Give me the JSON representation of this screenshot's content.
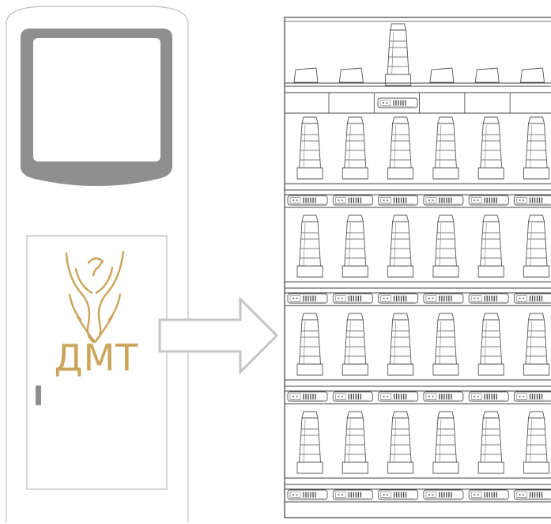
{
  "kiosk": {
    "brand_text": "ДМТ",
    "colors": {
      "outline": "#bdbdbd",
      "screen_frame": "#8f8f8f",
      "screen_inner": "#ffffff",
      "brand_gold": "#c9a45a",
      "handle": "#8f8f8f"
    },
    "icons": [
      "phoenix-logo-icon"
    ]
  },
  "arrow": {
    "icon": "right-arrow-icon",
    "color": "#c4c4c4"
  },
  "rack": {
    "columns": 6,
    "rows": 4,
    "top_shelf_item_count": 6,
    "top_shelf_container_index": 2,
    "colors": {
      "outline": "#404040",
      "drawing": "#555555"
    },
    "icons": [
      "container-icon",
      "label-slot-icon"
    ]
  }
}
